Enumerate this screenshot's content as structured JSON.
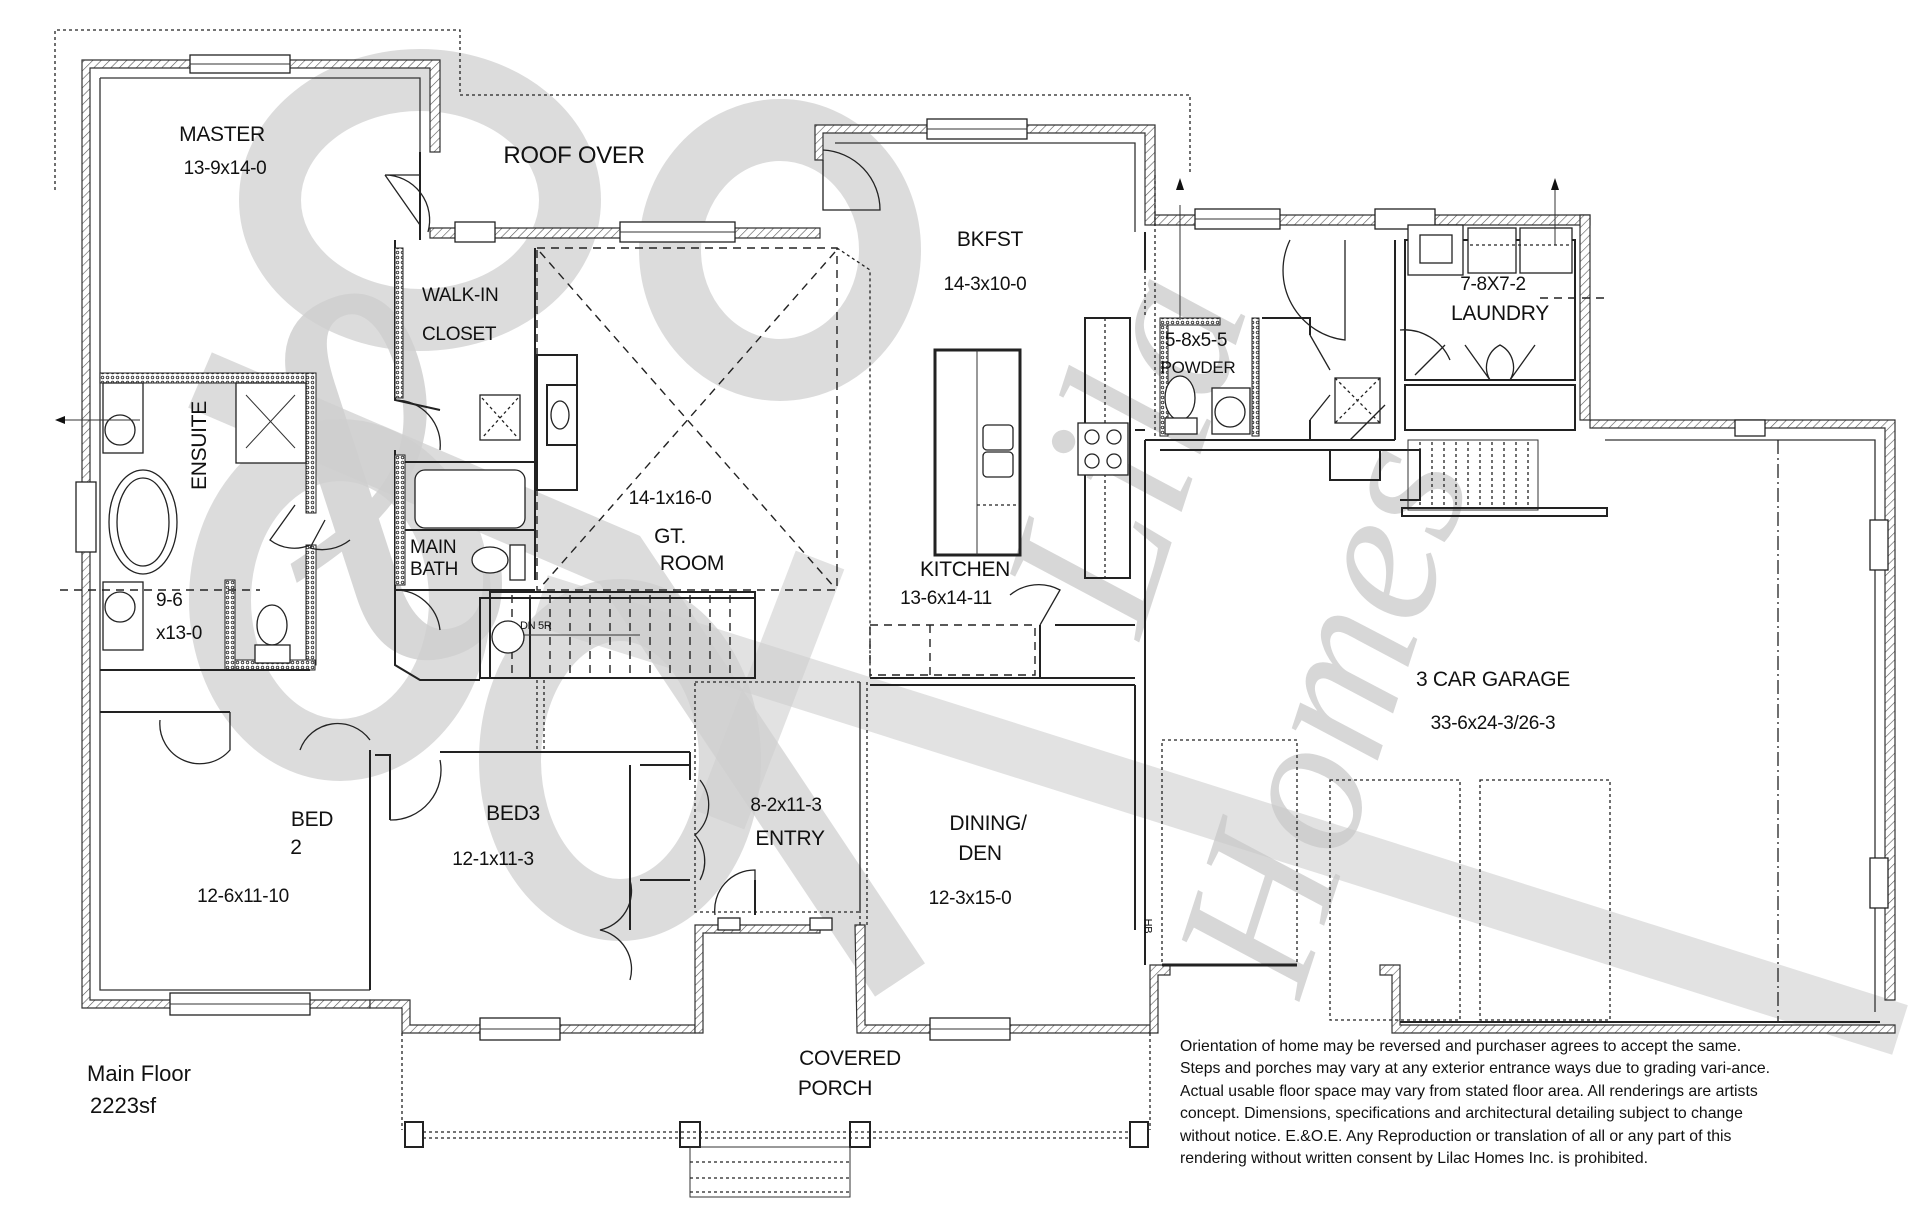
{
  "plan": {
    "title": "Main Floor",
    "area": "2223sf",
    "rooms": {
      "master": {
        "name": "MASTER",
        "size": "13-9x14-0"
      },
      "roof_over": {
        "name": "ROOF OVER"
      },
      "walk_in_closet": {
        "name_line1": "WALK-IN",
        "name_line2": "CLOSET"
      },
      "bkfst": {
        "name": "BKFST",
        "size": "14-3x10-0"
      },
      "powder": {
        "name": "POWDER",
        "size": "5-8x5-5"
      },
      "laundry": {
        "name": "LAUNDRY",
        "size": "7-8X7-2"
      },
      "ensuite": {
        "name": "ENSUITE",
        "size_line1": "9-6",
        "size_line2": "x13-0"
      },
      "main_bath": {
        "name_line1": "MAIN",
        "name_line2": "BATH"
      },
      "great_room": {
        "name_line1": "GT.",
        "name_line2": "ROOM",
        "size": "14-1x16-0"
      },
      "kitchen": {
        "name": "KITCHEN",
        "size": "13-6x14-11"
      },
      "garage": {
        "name": "3 CAR GARAGE",
        "size": "33-6x24-3/26-3"
      },
      "bed2": {
        "name_line1": "BED",
        "name_line2": "2",
        "size": "12-6x11-10"
      },
      "bed3": {
        "name": "BED3",
        "size": "12-1x11-3"
      },
      "entry": {
        "name": "ENTRY",
        "size": "8-2x11-3"
      },
      "dining": {
        "name_line1": "DINING/",
        "name_line2": "DEN",
        "size": "12-3x15-0"
      },
      "porch": {
        "name_line1": "COVERED",
        "name_line2": "PORCH"
      }
    },
    "annotations": {
      "stair_label": "DN 5R",
      "hb_label": "HB"
    }
  },
  "watermark": {
    "text": "Lilac Homes",
    "color": "#c9c9c9"
  },
  "disclaimer": {
    "lines": [
      "Orientation of home may be reversed and purchaser agrees to accept the same.",
      "Steps and porches may vary at any exterior entrance ways due to grading vari-ance.",
      "Actual usable floor space may vary from stated floor area. All renderings are artists",
      "concept. Dimensions, specifications and architectural detailing subject to change",
      "without notice. E.&O.E. Any Reproduction or translation of all or any part of this",
      "rendering without written consent by Lilac Homes Inc. is prohibited."
    ]
  }
}
